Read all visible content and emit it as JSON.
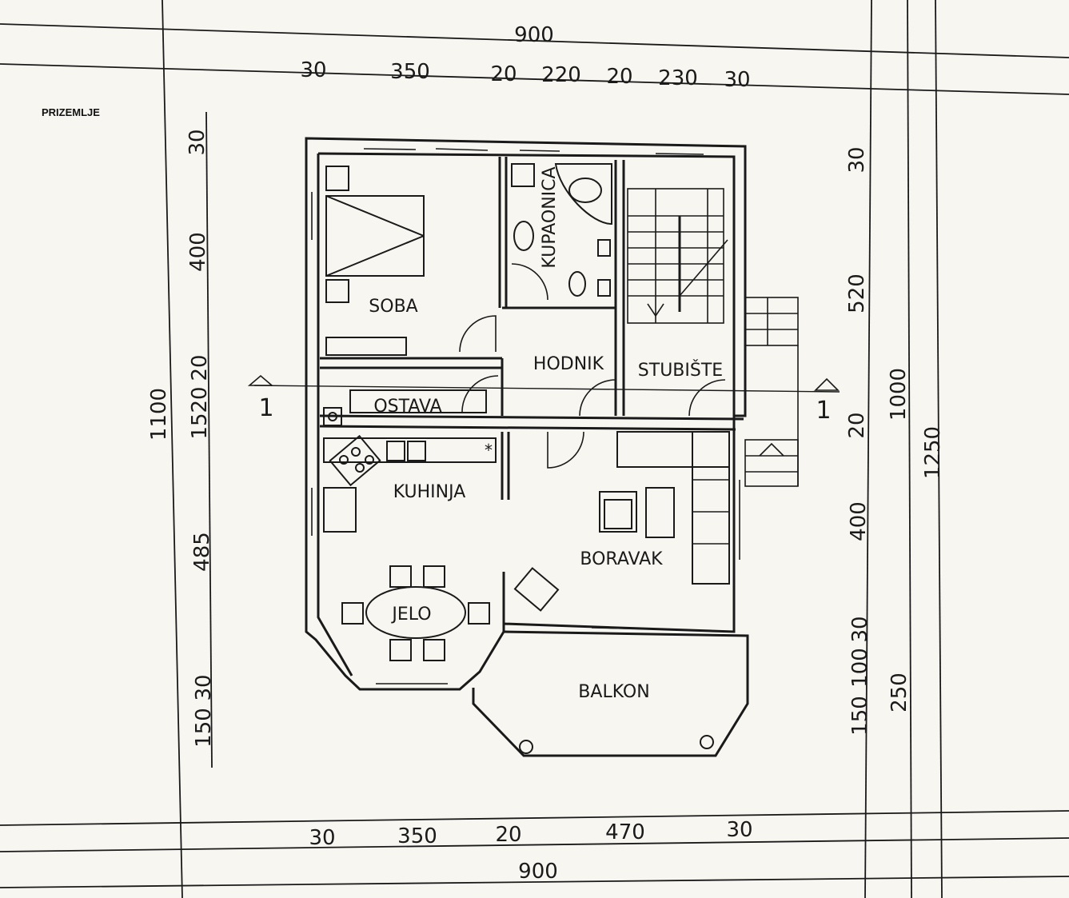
{
  "title": "PRIZEMLJE",
  "dimensions": {
    "top_total": "900",
    "top_segments": [
      "30",
      "350",
      "20",
      "220",
      "20",
      "230",
      "30"
    ],
    "bottom_segments": [
      "30",
      "350",
      "20",
      "470",
      "30"
    ],
    "bottom_total": "900",
    "left_segments": [
      "30",
      "400",
      "15",
      "20",
      "20",
      "485",
      "30",
      "150"
    ],
    "left_total": "1100",
    "right_segments": [
      "30",
      "520",
      "20",
      "400",
      "30",
      "100",
      "150"
    ],
    "right_total": "1000",
    "right_total_outer": "1250",
    "right_balcony": "250"
  },
  "rooms": {
    "soba": "SOBA",
    "kupaonica": "KUPAONICA",
    "hodnik": "HODNIK",
    "stubiste": "STUBIŠTE",
    "ostava": "OSTAVA",
    "kuhinja": "KUHINJA",
    "boravak": "BORAVAK",
    "jelo": "JELO",
    "balkon": "BALKON"
  },
  "section_mark": "1"
}
